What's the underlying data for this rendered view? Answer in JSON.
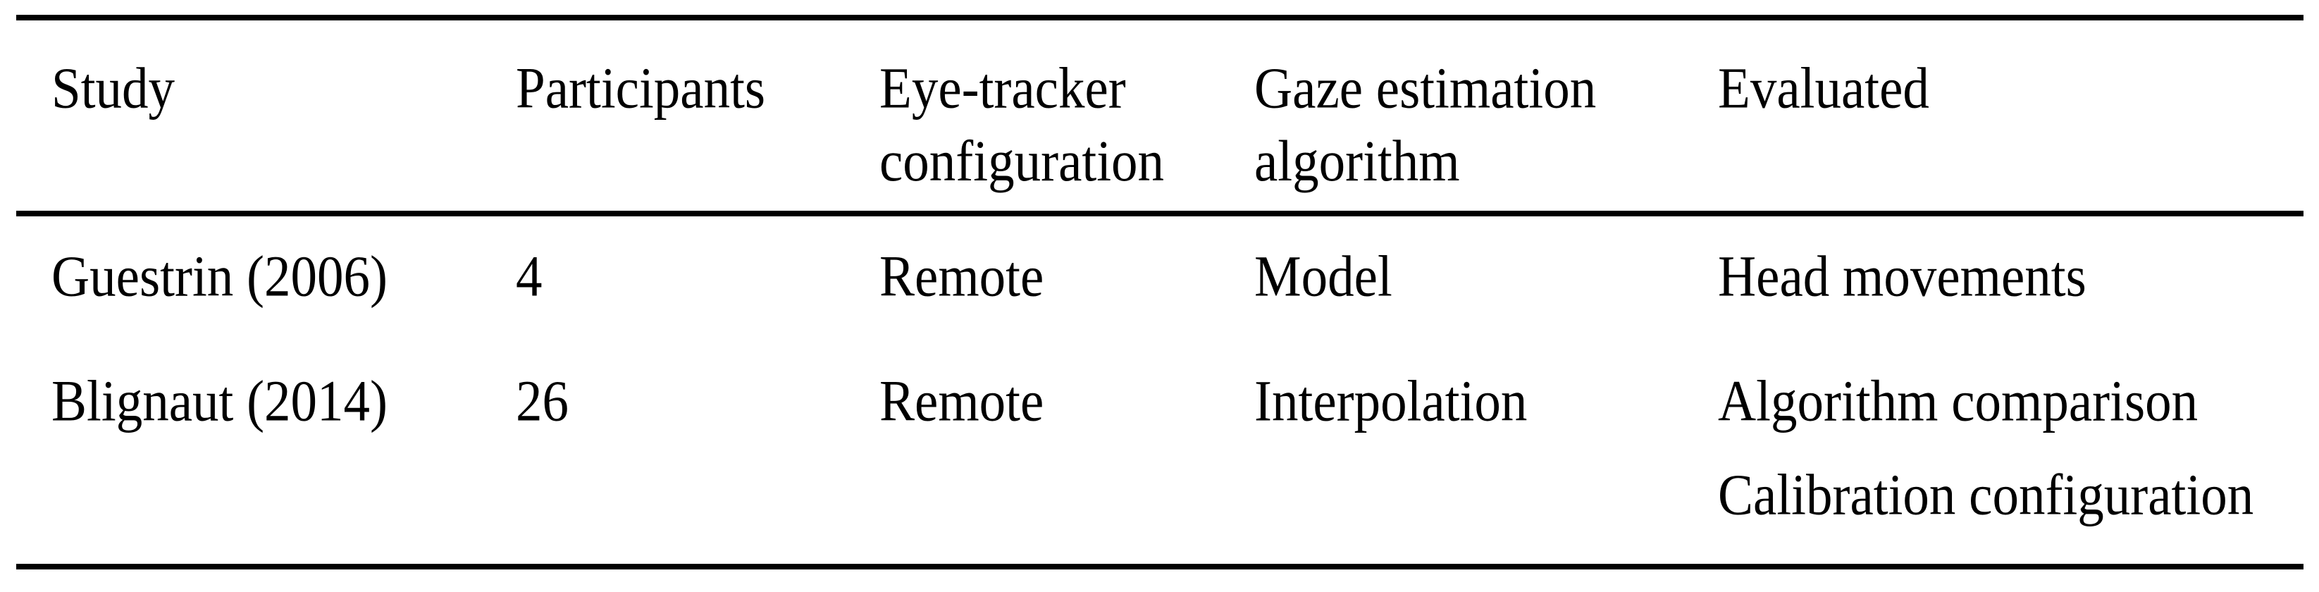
{
  "colors": {
    "background": "#ffffff",
    "text": "#000000",
    "rule": "#000000"
  },
  "table": {
    "columns": [
      "Study",
      "Participants",
      "Eye-tracker configuration",
      "Gaze estimation algorithm",
      "Evaluated"
    ],
    "rows": [
      {
        "study": "Guestrin (2006)",
        "participants": "4",
        "eye_tracker_configuration": "Remote",
        "gaze_estimation_algorithm": "Model",
        "evaluated": [
          "Head movements"
        ]
      },
      {
        "study": "Blignaut (2014)",
        "participants": "26",
        "eye_tracker_configuration": "Remote",
        "gaze_estimation_algorithm": "Interpolation",
        "evaluated": [
          "Algorithm comparison",
          "Calibration configuration"
        ]
      }
    ]
  }
}
